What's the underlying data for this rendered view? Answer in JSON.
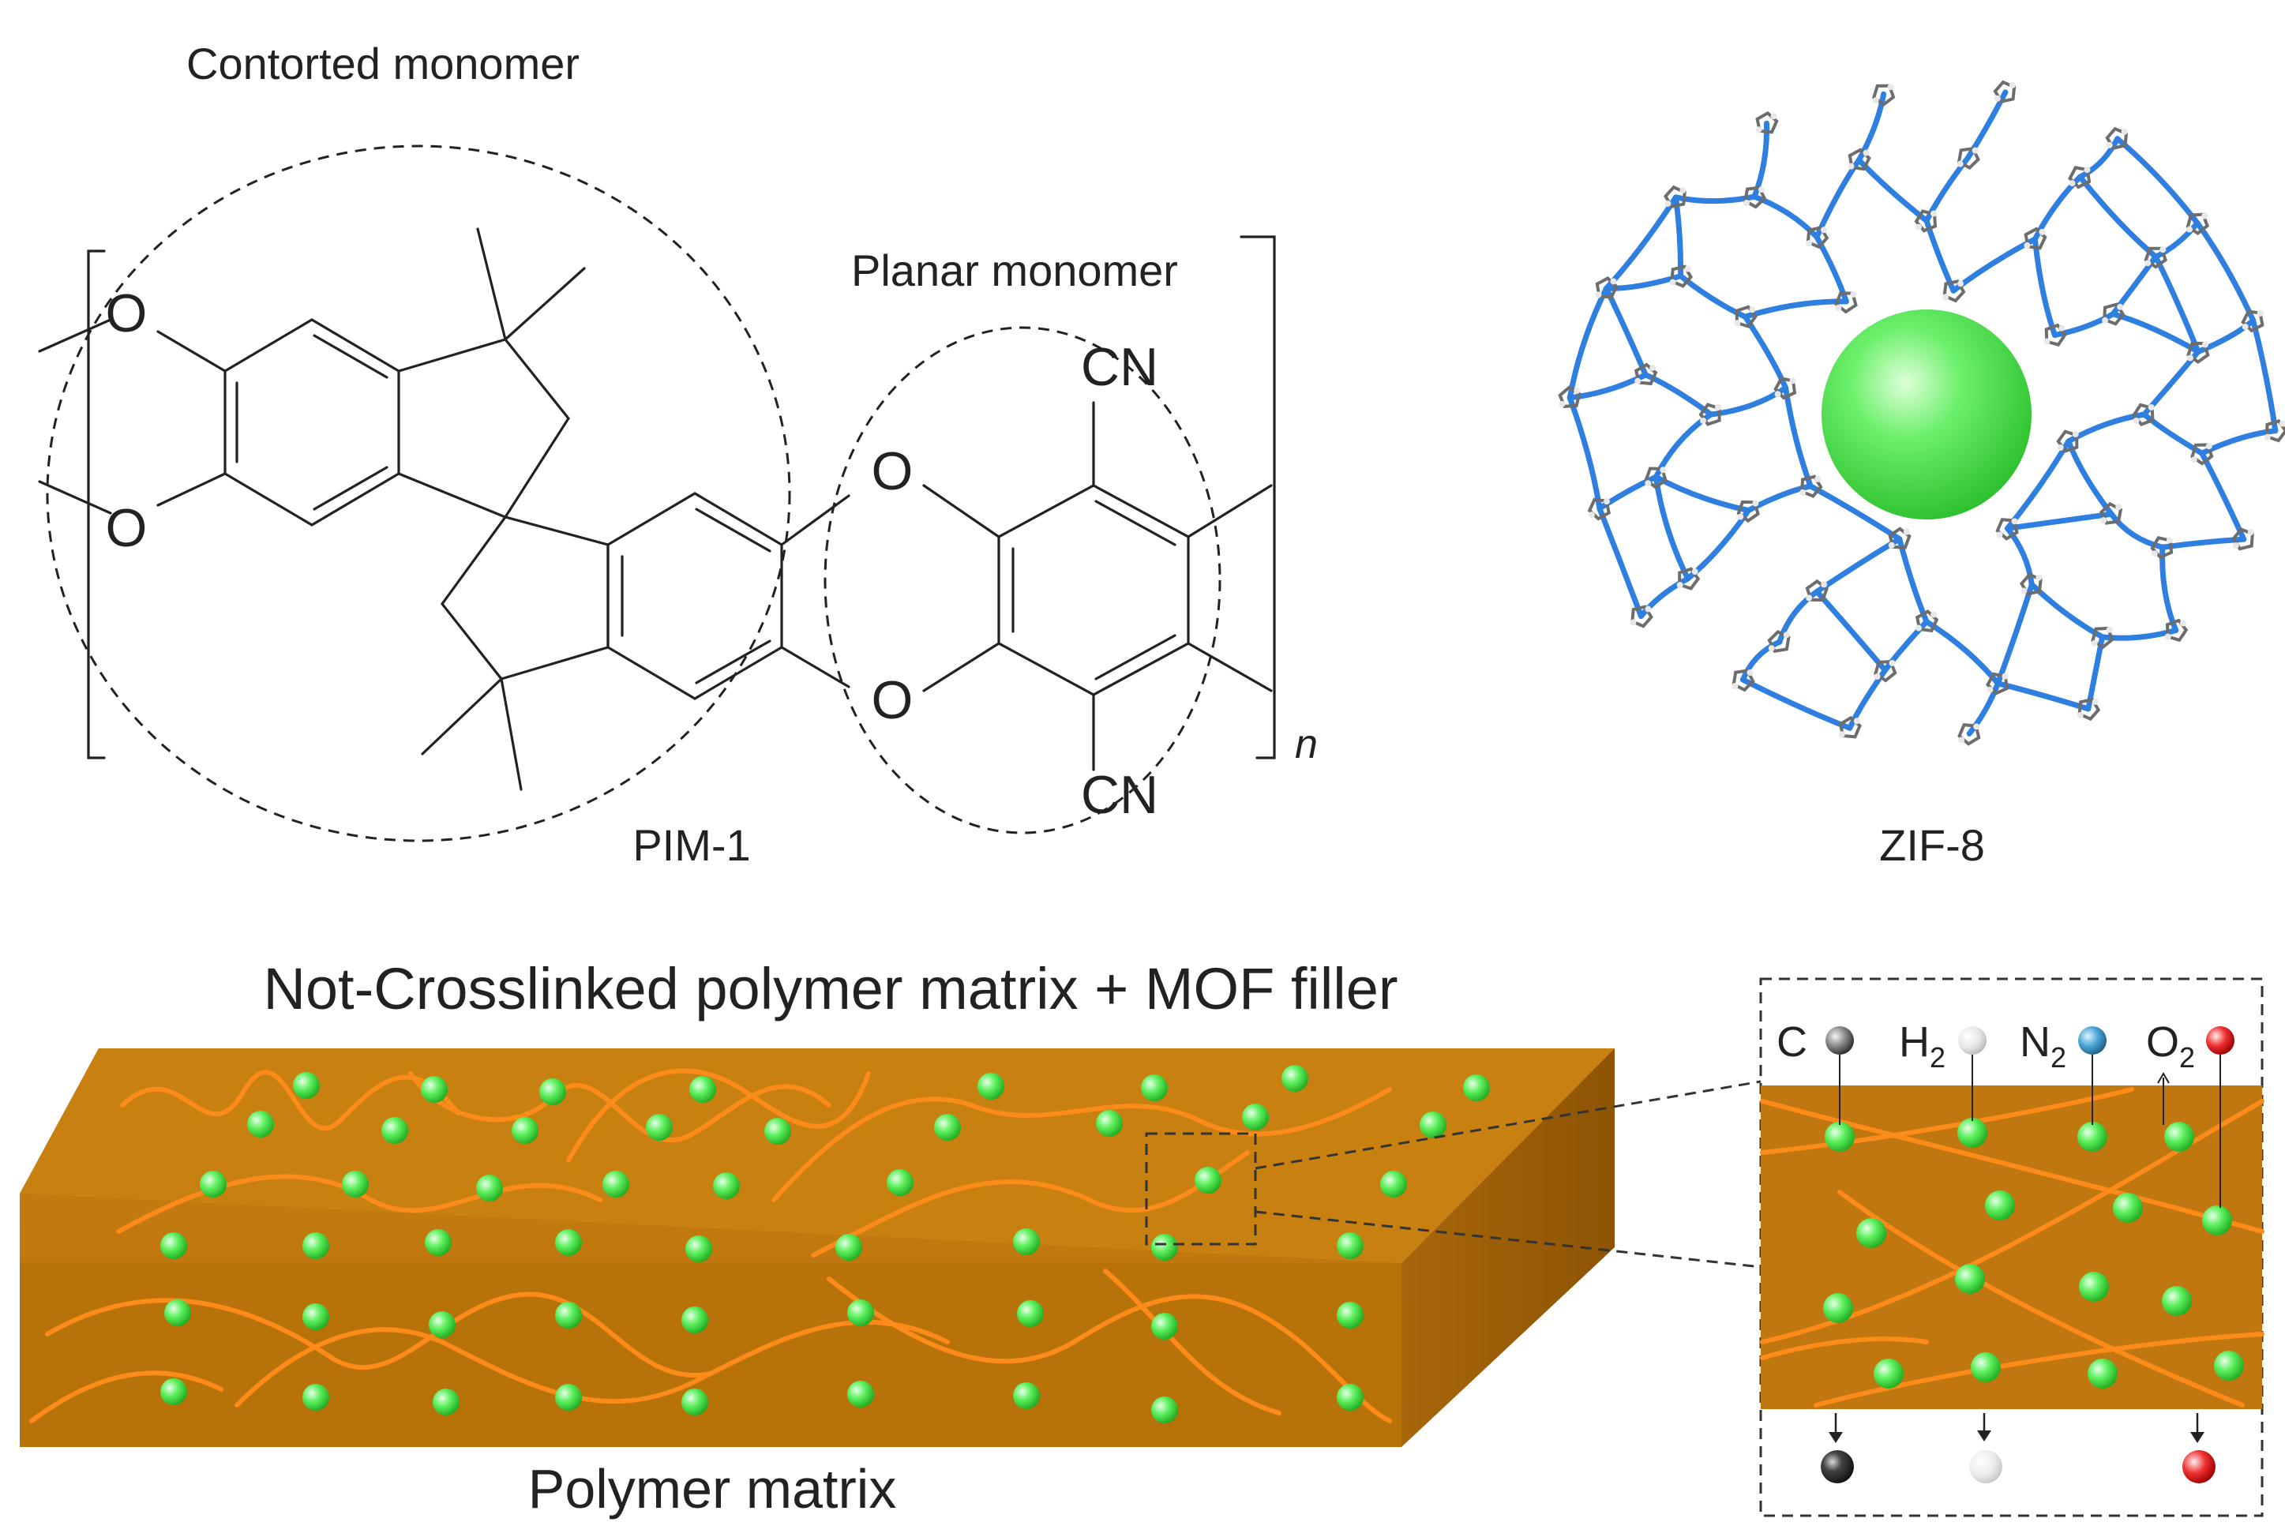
{
  "labels": {
    "contorted_monomer": "Contorted monomer",
    "planar_monomer": "Planar monomer",
    "pim1": "PIM-1",
    "zif8": "ZIF-8",
    "main_title": "Not-Crosslinked polymer matrix + MOF filler",
    "polymer_matrix": "Polymer matrix",
    "repeat_index": "n",
    "atom_O": "O",
    "group_CN": "CN"
  },
  "legend": {
    "carbon": "C",
    "hydrogen_base": "H",
    "hydrogen_sub": "2",
    "nitrogen_base": "N",
    "nitrogen_sub": "2",
    "oxygen_base": "O",
    "oxygen_sub": "2"
  },
  "colors": {
    "matrix_top": "#c47a10",
    "matrix_front": "#b5700a",
    "matrix_side": "#9e5f05",
    "chain": "#ff8c1a",
    "mof_particle": "#4be44b",
    "zif_blue": "#2f7fe0",
    "zif_gray": "#6d6d6d",
    "zif_sphere": "#3ee63e",
    "carbon_ball": "#555555",
    "hydrogen_ball": "#e4e4e4",
    "nitrogen_ball": "#3a95c8",
    "oxygen_ball": "#e01a1a"
  }
}
